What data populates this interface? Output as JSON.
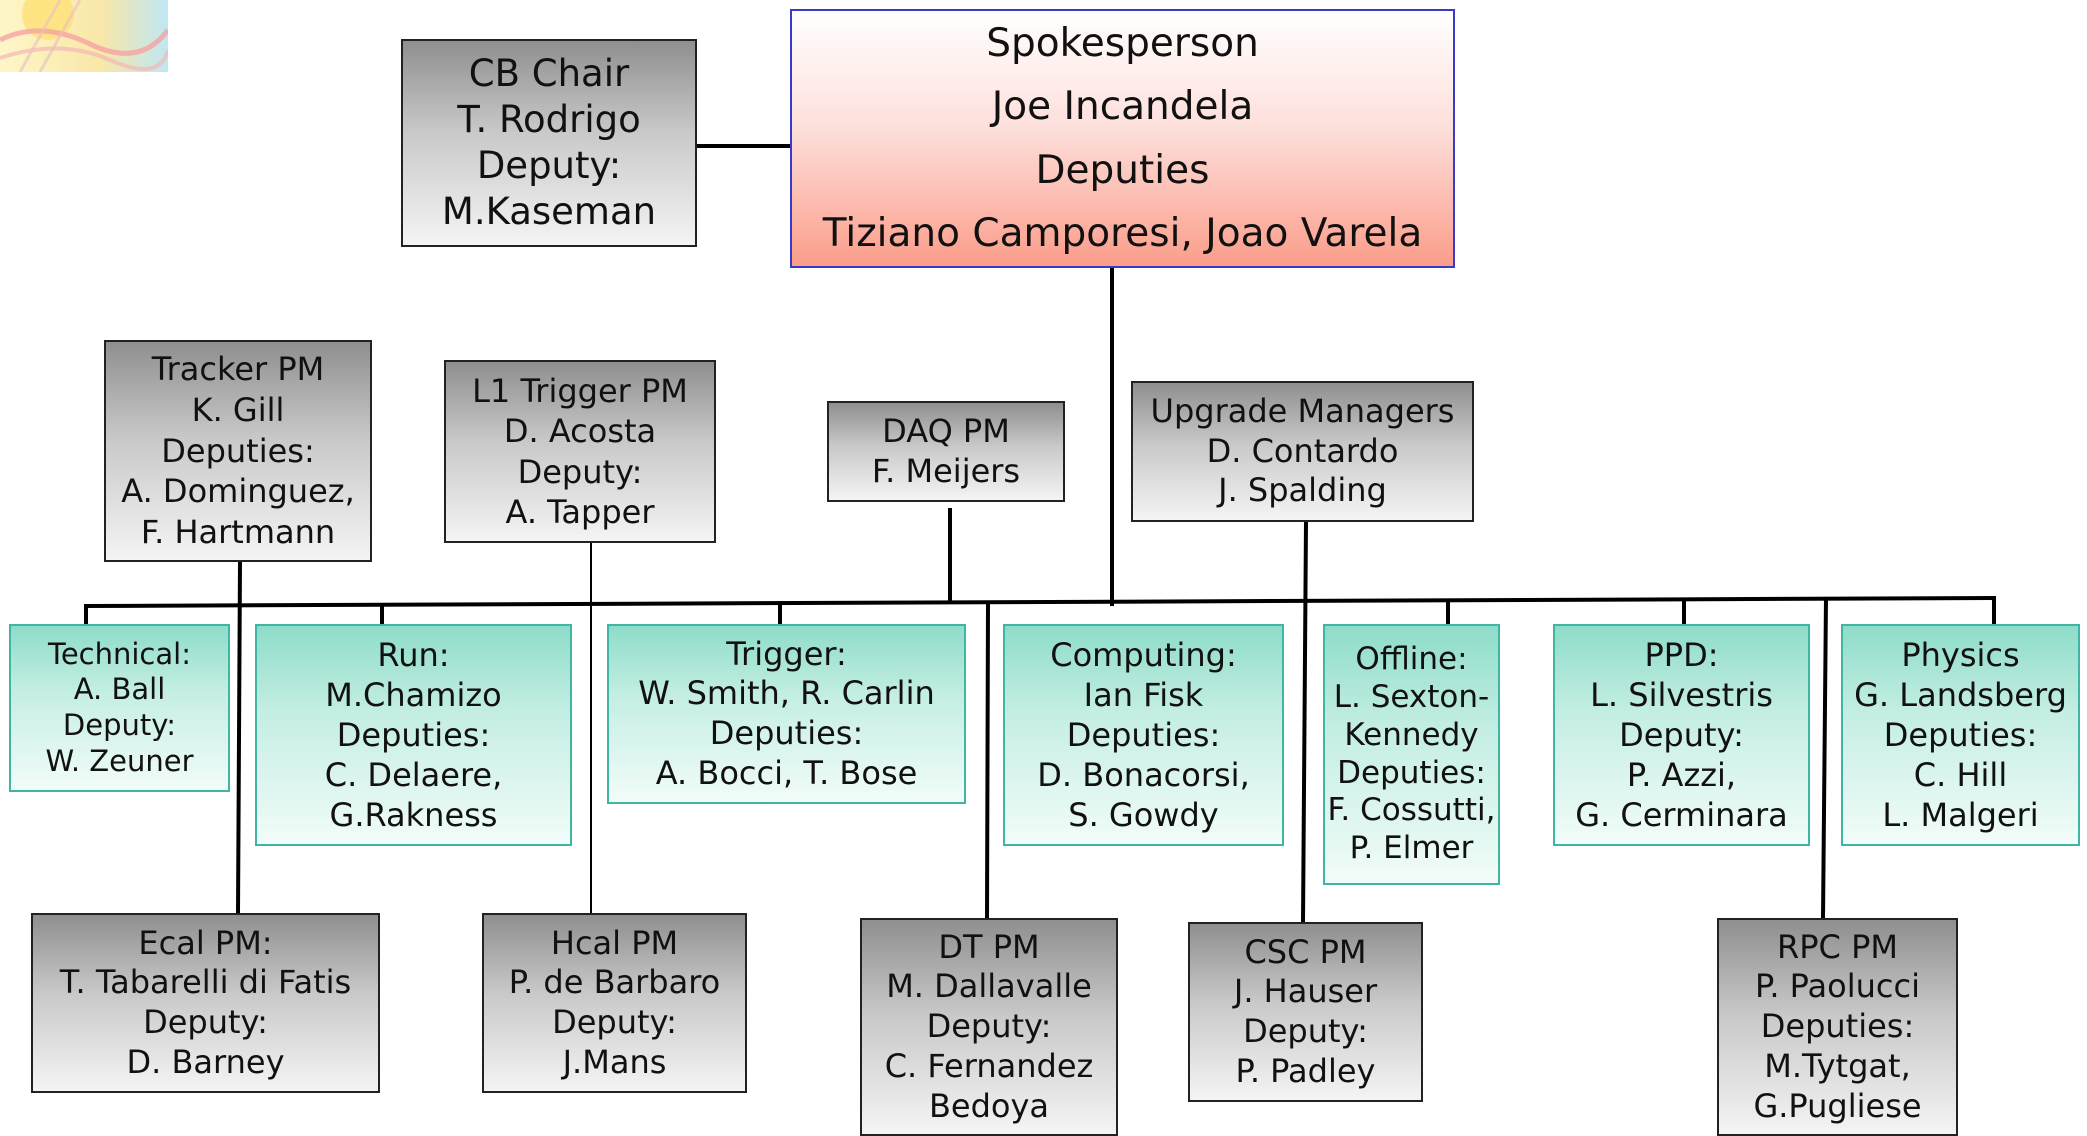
{
  "spokesperson": [
    "Spokesperson",
    "Joe Incandela",
    "Deputies",
    "Tiziano Camporesi, Joao Varela"
  ],
  "cb_chair": [
    "CB Chair",
    "T. Rodrigo",
    "Deputy:",
    "M.Kaseman"
  ],
  "tracker": [
    "Tracker PM",
    "K. Gill",
    "Deputies:",
    "A. Dominguez,",
    "F. Hartmann"
  ],
  "l1_trigger": [
    "L1 Trigger PM",
    "D. Acosta",
    "Deputy:",
    "A. Tapper"
  ],
  "daq": [
    "DAQ PM",
    "F. Meijers"
  ],
  "upgrade": [
    "Upgrade Managers",
    "D. Contardo",
    "J. Spalding"
  ],
  "technical": [
    "Technical:",
    "A. Ball",
    "Deputy:",
    "W. Zeuner"
  ],
  "run": [
    "Run:",
    "M.Chamizo",
    "Deputies:",
    "C. Delaere,",
    "G.Rakness"
  ],
  "trigger": [
    "Trigger:",
    "W. Smith, R. Carlin",
    "Deputies:",
    "A. Bocci, T. Bose"
  ],
  "computing": [
    "Computing:",
    "Ian Fisk",
    "Deputies:",
    "D. Bonacorsi,",
    "S. Gowdy"
  ],
  "offline": [
    "Offline:",
    "L. Sexton-",
    "Kennedy",
    "Deputies:",
    "F. Cossutti,",
    "P. Elmer"
  ],
  "ppd": [
    "PPD:",
    "L. Silvestris",
    "Deputy:",
    "P. Azzi,",
    "G. Cerminara"
  ],
  "physics": [
    "Physics",
    "G. Landsberg",
    "Deputies:",
    "C. Hill",
    "L. Malgeri"
  ],
  "ecal": [
    "Ecal PM:",
    "T. Tabarelli di Fatis",
    "Deputy:",
    "D. Barney"
  ],
  "hcal": [
    "Hcal PM",
    "P. de Barbaro",
    "Deputy:",
    "J.Mans"
  ],
  "dt": [
    "DT PM",
    "M. Dallavalle",
    "Deputy:",
    "C. Fernandez",
    "Bedoya"
  ],
  "csc": [
    "CSC PM",
    "J. Hauser",
    "Deputy:",
    "P. Padley"
  ],
  "rpc": [
    "RPC PM",
    "P. Paolucci",
    "Deputies:",
    "M.Tytgat,",
    "G.Pugliese"
  ]
}
